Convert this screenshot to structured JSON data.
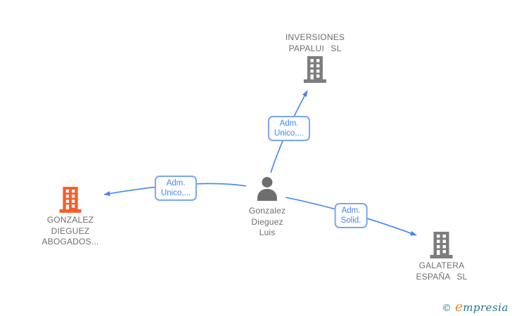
{
  "diagram": {
    "person": {
      "lines": [
        "Gonzalez",
        "Dieguez",
        "Luis"
      ]
    },
    "companies": {
      "inversiones": {
        "lines": [
          "INVERSIONES",
          "PAPALUI SL"
        ]
      },
      "abogados": {
        "lines": [
          "GONZALEZ",
          "DIEGUEZ",
          "ABOGADOS..."
        ]
      },
      "galatera": {
        "lines": [
          "GALATERA",
          "ESPAÑA SL"
        ]
      }
    },
    "edge_labels": {
      "top": {
        "lines": [
          "Adm.",
          "Unico,..."
        ]
      },
      "left": {
        "lines": [
          "Adm.",
          "Unico,..."
        ]
      },
      "right": {
        "lines": [
          "Adm.",
          "Solid."
        ]
      }
    },
    "relations": [
      {
        "from": "Gonzalez Dieguez Luis",
        "to": "INVERSIONES PAPALUI SL",
        "label": "Adm. Unico,..."
      },
      {
        "from": "Gonzalez Dieguez Luis",
        "to": "GONZALEZ DIEGUEZ ABOGADOS...",
        "label": "Adm. Unico,..."
      },
      {
        "from": "Gonzalez Dieguez Luis",
        "to": "GALATERA ESPAÑA SL",
        "label": "Adm. Solid."
      }
    ]
  },
  "colors": {
    "edge_blue": "#4285f4",
    "label_border_blue": "#7aa7f0",
    "label_text_blue": "#4285f4",
    "node_text_gray": "#6e6e6e",
    "building_gray": "#7d7d7d",
    "building_orange": "#f45f28",
    "person_gray": "#6e6e6e",
    "watermark_teal": "#20788c",
    "watermark_orange": "#f08424"
  },
  "watermark": {
    "copyright": "©",
    "brand_initial": "e",
    "brand_rest": "mpresia"
  }
}
